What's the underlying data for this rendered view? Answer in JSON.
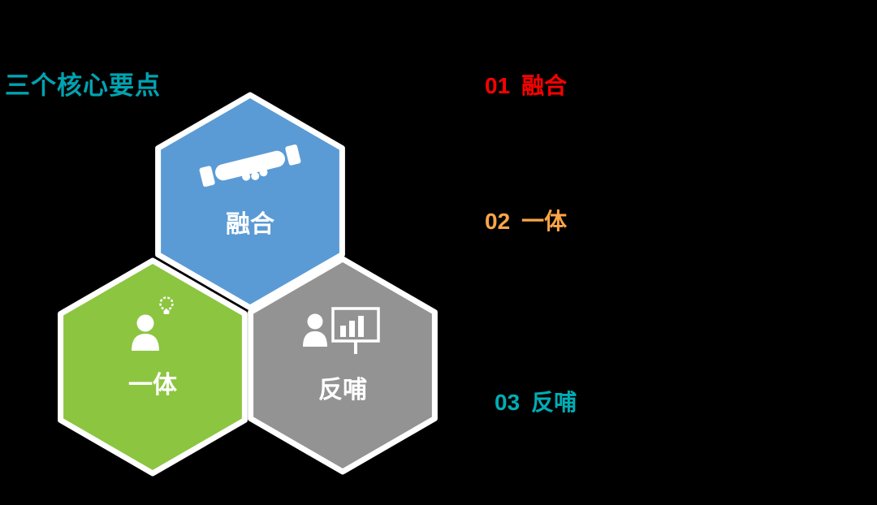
{
  "page": {
    "title": "三个核心要点",
    "title_color": "#00A3B1",
    "background": "#000000"
  },
  "hexagons": [
    {
      "label": "融合",
      "color": "#5B9BD5",
      "icon": "handshake-icon"
    },
    {
      "label": "一体",
      "color": "#8CC540",
      "icon": "person-idea-icon"
    },
    {
      "label": "反哺",
      "color": "#939393",
      "icon": "presenter-board-icon"
    }
  ],
  "list": [
    {
      "number": "01",
      "label": "融合",
      "color": "#FF0000"
    },
    {
      "number": "02",
      "label": "一体",
      "color": "#F9A54A"
    },
    {
      "number": "03",
      "label": "反哺",
      "color": "#00ADB5"
    }
  ]
}
